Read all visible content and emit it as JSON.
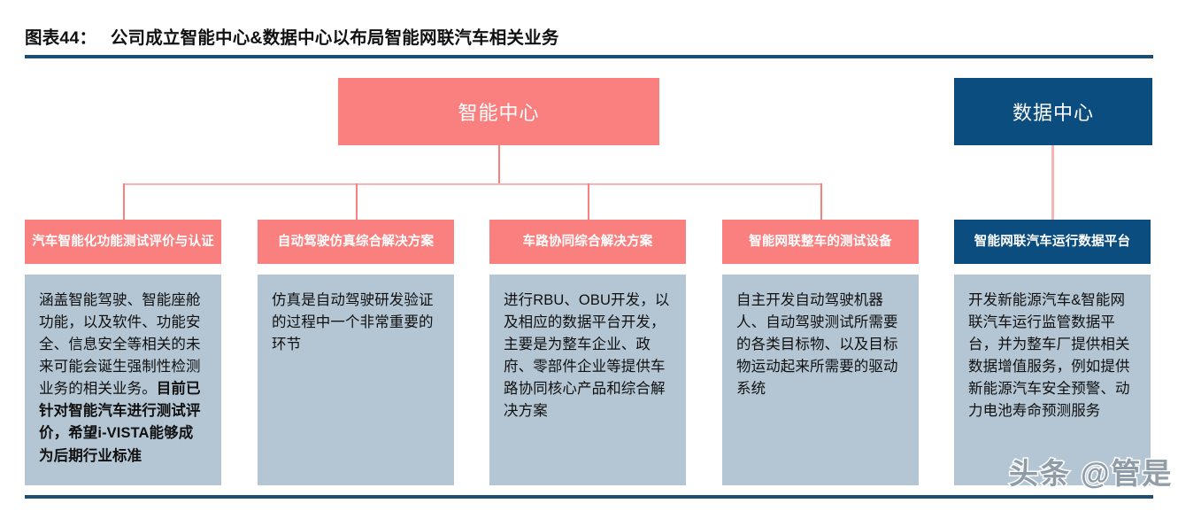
{
  "header": {
    "figure_label": "图表44：",
    "title": "公司成立智能中心&数据中心以布局智能网联汽车相关业务",
    "rule_color": "#1c4e76"
  },
  "colors": {
    "pink": "#fa8080",
    "navy": "#0c4d7f",
    "body_bg": "#b4c6d4",
    "connector": "#fa8080",
    "connector_light": "#f9b3b3"
  },
  "top_nodes": [
    {
      "id": "intelligent-center",
      "label": "智能中心",
      "color": "#fa8080"
    },
    {
      "id": "data-center",
      "label": "数据中心",
      "color": "#0c4d7f"
    }
  ],
  "columns": [
    {
      "id": "col-1",
      "header": "汽车智能化功能测试评价与认证",
      "header_color": "#fa8080",
      "parent": "智能中心",
      "body_normal": "涵盖智能驾驶、智能座舱功能，以及软件、功能安全、信息安全等相关的未来可能会诞生强制性检测业务的相关业务。",
      "body_bold": "目前已针对智能汽车进行测试评价，希望i-VISTA能够成为后期行业标准"
    },
    {
      "id": "col-2",
      "header": "自动驾驶仿真综合解决方案",
      "header_color": "#fa8080",
      "parent": "智能中心",
      "body_normal": "仿真是自动驾驶研发验证的过程中一个非常重要的环节",
      "body_bold": ""
    },
    {
      "id": "col-3",
      "header": "车路协同综合解决方案",
      "header_color": "#fa8080",
      "parent": "智能中心",
      "body_normal": "进行RBU、OBU开发，以及相应的数据平台开发，主要是为整车企业、政府、零部件企业等提供车路协同核心产品和综合解决方案",
      "body_bold": ""
    },
    {
      "id": "col-4",
      "header": "智能网联整车的测试设备",
      "header_color": "#fa8080",
      "parent": "智能中心",
      "body_normal": "自主开发自动驾驶机器人、自动驾驶测试所需要的各类目标物、以及目标物运动起来所需要的驱动系统",
      "body_bold": ""
    },
    {
      "id": "col-5",
      "header": "智能网联汽车运行数据平台",
      "header_color": "#0c4d7f",
      "parent": "数据中心",
      "body_normal": "开发新能源汽车&智能网联汽车运行监管数据平台，并为整车厂提供相关数据增值服务，例如提供新能源汽车安全预警、动力电池寿命预测服务",
      "body_bold": ""
    }
  ],
  "watermark": {
    "text": "头条 @管是"
  }
}
